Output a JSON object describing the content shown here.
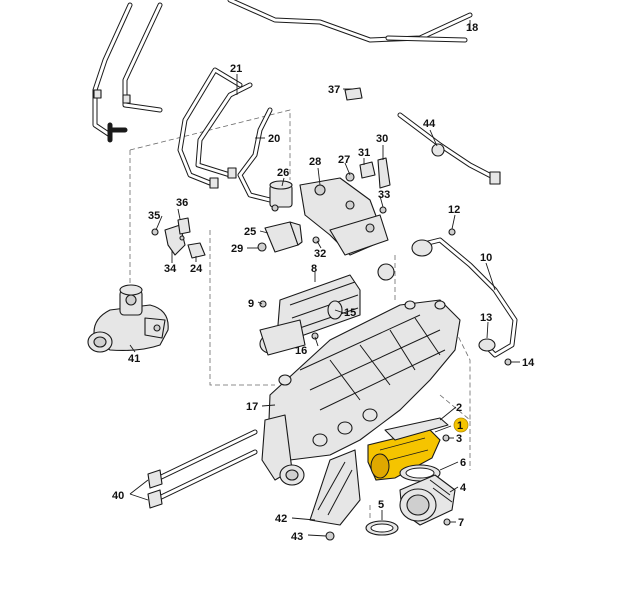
{
  "diagram": {
    "highlight_color": "#f5c400",
    "part_fill": "#e6e6e6",
    "labels": {
      "p1": "1",
      "p2": "2",
      "p3": "3",
      "p4": "4",
      "p5": "5",
      "p6": "6",
      "p7": "7",
      "p8": "8",
      "p9": "9",
      "p10": "10",
      "p12": "12",
      "p13": "13",
      "p14": "14",
      "p15": "15",
      "p16": "16",
      "p17": "17",
      "p18": "18",
      "p20": "20",
      "p21": "21",
      "p24": "24",
      "p25": "25",
      "p26": "26",
      "p27": "27",
      "p28": "28",
      "p29": "29",
      "p30": "30",
      "p31": "31",
      "p32": "32",
      "p33": "33",
      "p34": "34",
      "p35": "35",
      "p36": "36",
      "p37": "37",
      "p40": "40",
      "p41": "41",
      "p42": "42",
      "p43": "43",
      "p44": "44"
    }
  }
}
